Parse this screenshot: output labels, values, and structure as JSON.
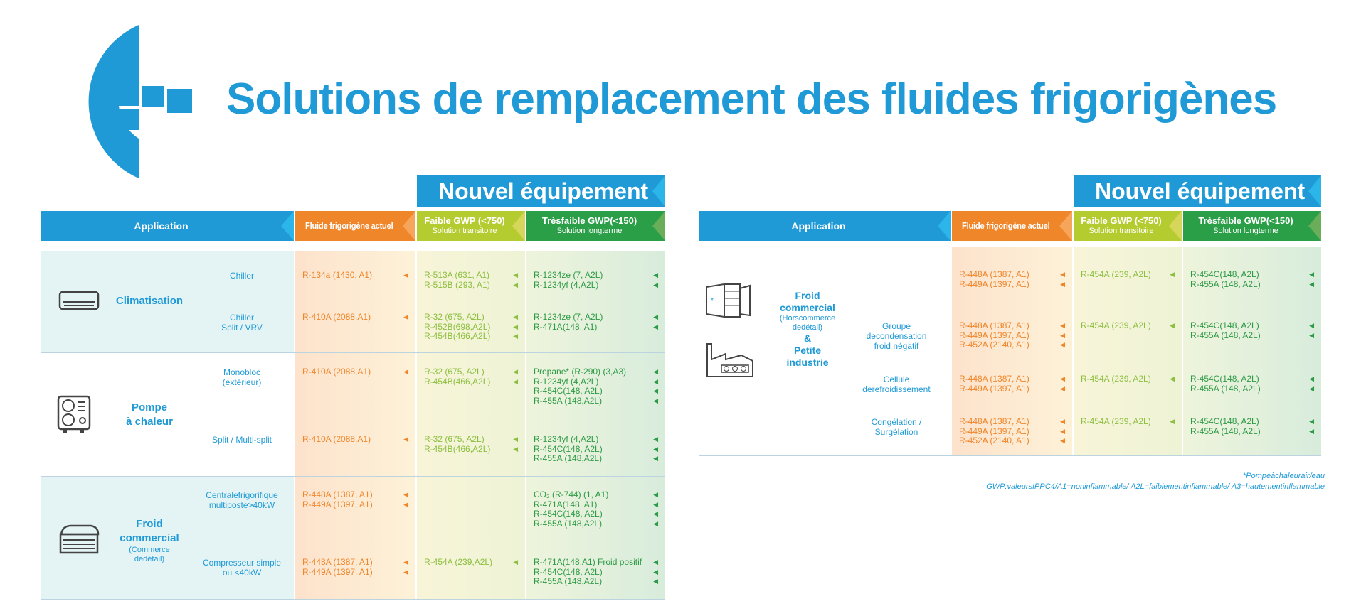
{
  "title": "Solutions de remplacement des fluides frigorigènes",
  "colors": {
    "blue": "#1f9ad6",
    "orange": "#f0862a",
    "light_green": "#b5cc30",
    "dark_green": "#2b9e48"
  },
  "headers": {
    "banner": "Nouvel équipement",
    "application": "Application",
    "current": "Fluide frigorigène actuel",
    "low": "Faible GWP (<750)",
    "low_sub": "Solution transitoire",
    "very_low": "Trèsfaible   GWP(<150)",
    "very_low_sub": "Solution longterme"
  },
  "left": {
    "groups": [
      {
        "name": "Climatisation",
        "sub": "",
        "icon": "air-conditioner-icon",
        "rows": [
          {
            "app": [
              "Chiller"
            ],
            "current": [
              "R-134a (1430,  A1)"
            ],
            "low": [
              "R-513A (631,  A1)",
              "R-515B (293,  A1)"
            ],
            "very_low": [
              "R-1234ze (7, A2L)",
              "R-1234yf (4,A2L)"
            ]
          },
          {
            "app": [
              "Chiller",
              "Split / VRV"
            ],
            "current": [
              "R-410A (2088,A1)"
            ],
            "low": [
              "R-32 (675, A2L)",
              "R-452B(698,A2L)",
              "R-454B(466,A2L)"
            ],
            "very_low": [
              "R-1234ze (7, A2L)",
              "R-471A(148,  A1)"
            ]
          }
        ]
      },
      {
        "name": "Pompe",
        "name2": "à chaleur",
        "sub": "",
        "icon": "heat-pump-icon",
        "rows": [
          {
            "app": [
              "Monobloc",
              "(extérieur)"
            ],
            "current": [
              "R-410A (2088,A1)"
            ],
            "low": [
              "R-32 (675, A2L)",
              "R-454B(466,A2L)"
            ],
            "very_low": [
              "Propane*  (R-290) (3,A3)",
              "R-1234yf (4,A2L)",
              "R-454C(148,  A2L)",
              "R-455A (148,A2L)"
            ]
          },
          {
            "app": [
              "Split /  Multi-split"
            ],
            "current": [
              "R-410A (2088,A1)"
            ],
            "low": [
              "R-32 (675, A2L)",
              "R-454B(466,A2L)"
            ],
            "very_low": [
              "R-1234yf (4,A2L)",
              "R-454C(148,  A2L)",
              "R-455A (148,A2L)"
            ]
          }
        ]
      },
      {
        "name": "Froid",
        "name2": "commercial",
        "sub": "(Commerce dedétail)",
        "icon": "display-freezer-icon",
        "rows": [
          {
            "app": [
              "Centralefrigorifique",
              "multiposte>40kW"
            ],
            "current": [
              "R-448A  (1387, A1)",
              "R-449A  (1397, A1)"
            ],
            "low": [],
            "very_low": [
              "CO₂ (R-744)  (1, A1)",
              "R-471A(148,  A1)",
              "R-454C(148,  A2L)",
              "R-455A (148,A2L)"
            ]
          },
          {
            "app": [
              "Compresseur simple",
              "ou <40kW"
            ],
            "current": [
              "R-448A  (1387, A1)",
              "R-449A  (1397, A1)"
            ],
            "low": [
              "R-454A (239,A2L)"
            ],
            "very_low": [
              "R-471A(148,A1) Froid positif",
              "R-454C(148,  A2L)",
              "R-455A (148,A2L)"
            ]
          }
        ]
      }
    ]
  },
  "right": {
    "group": {
      "name": "Froid",
      "name2": "commercial",
      "sub": "(Horscommerce dedétail)",
      "amp": "&",
      "name3": "Petite",
      "name4": "industrie"
    },
    "rows": [
      {
        "app": [],
        "current": [
          "R-448A  (1387, A1)",
          "R-449A  (1397, A1)"
        ],
        "low": [
          "R-454A (239,  A2L)"
        ],
        "very_low": [
          "R-454C(148,   A2L)",
          "R-455A (148, A2L)"
        ]
      },
      {
        "app": [
          "Groupe",
          "decondensation",
          "froid négatif"
        ],
        "current": [
          "R-448A  (1387, A1)",
          "R-449A  (1397, A1)",
          "R-452A  (2140,  A1)"
        ],
        "low": [
          "R-454A (239,  A2L)"
        ],
        "very_low": [
          "R-454C(148,   A2L)",
          "R-455A (148, A2L)"
        ]
      },
      {
        "app": [
          "Cellule",
          "derefroidissement"
        ],
        "current": [
          "R-448A  (1387, A1)",
          "R-449A  (1397, A1)"
        ],
        "low": [
          "R-454A (239,  A2L)"
        ],
        "very_low": [
          "R-454C(148,   A2L)",
          "R-455A (148, A2L)"
        ]
      },
      {
        "app": [
          "Congélation /",
          "Surgélation"
        ],
        "current": [
          "R-448A  (1387, A1)",
          "R-449A  (1397, A1)",
          "R-452A  (2140,  A1)"
        ],
        "low": [
          "R-454A (239,  A2L)"
        ],
        "very_low": [
          "R-454C(148,   A2L)",
          "R-455A (148, A2L)"
        ]
      }
    ]
  },
  "footnotes": [
    "*Pompeàchaleurair/eau",
    "GWP:valeursIPPC4/A1=noninflammable/   A2L=faiblementinflammable/  A3=hautementinflammable"
  ]
}
